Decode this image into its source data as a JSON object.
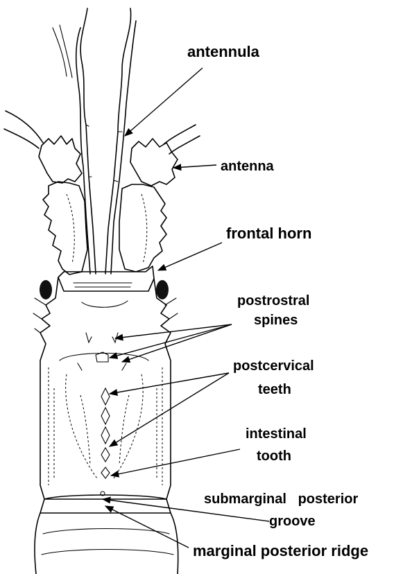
{
  "labels": {
    "antennula": "antennula",
    "antenna": "antenna",
    "frontal_horn": "frontal horn",
    "postrostral_line1": "postrostral",
    "postrostral_line2": "spines",
    "postcervical_line1": "postcervical",
    "postcervical_line2": "teeth",
    "intestinal_line1": "intestinal",
    "intestinal_line2": "tooth",
    "submarginal_line1": "submarginal   posterior",
    "submarginal_line2": "groove",
    "marginal": "marginal posterior ridge"
  },
  "colors": {
    "ink": "#000000",
    "paper": "#ffffff",
    "eye": "#111111"
  }
}
